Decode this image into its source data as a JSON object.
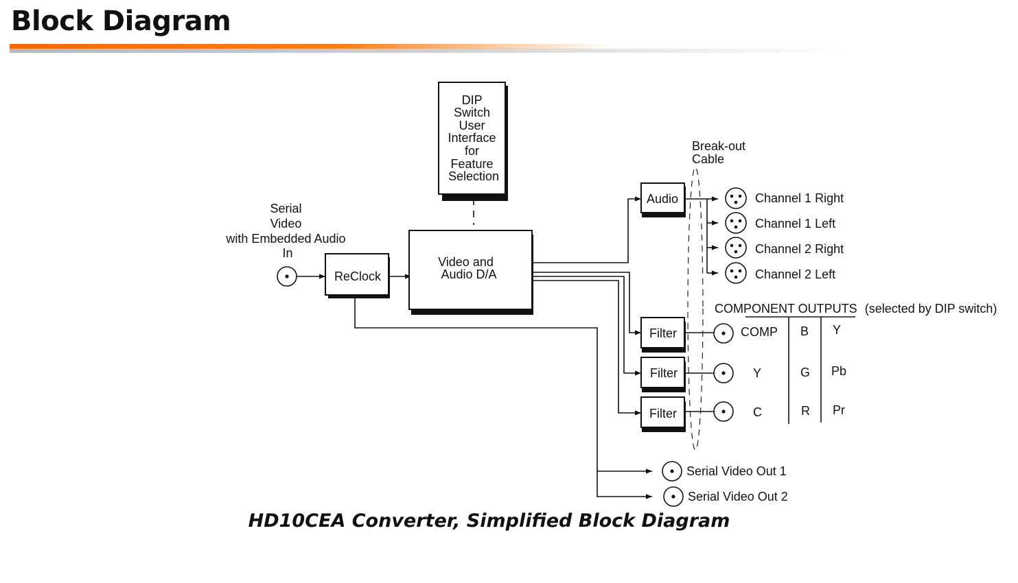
{
  "header": {
    "title": "Block Diagram"
  },
  "diagram": {
    "input_label": [
      "Serial",
      "Video",
      "with Embedded Audio",
      "In"
    ],
    "dip_switch": [
      "DIP",
      "Switch",
      "User",
      "Interface",
      "for",
      "Feature",
      "Selection"
    ],
    "reclock": "ReClock",
    "da": [
      "Video and",
      "Audio D/A"
    ],
    "audio": "Audio",
    "filters": [
      "Filter",
      "Filter",
      "Filter"
    ],
    "breakout_cable": [
      "Break-out",
      "Cable"
    ],
    "audio_channels": [
      "Channel 1 Right",
      "Channel 1 Left",
      "Channel 2 Right",
      "Channel 2 Left"
    ],
    "component_outputs": {
      "heading": "COMPONENT OUTPUTS",
      "note": "(selected by DIP switch)",
      "rows": [
        [
          "COMP",
          "B",
          "Y"
        ],
        [
          "Y",
          "G",
          "Pb"
        ],
        [
          "C",
          "R",
          "Pr"
        ]
      ]
    },
    "serial_outputs": [
      "Serial Video Out 1",
      "Serial Video Out 2"
    ]
  },
  "caption": "HD10CEA Converter, Simplified Block Diagram"
}
